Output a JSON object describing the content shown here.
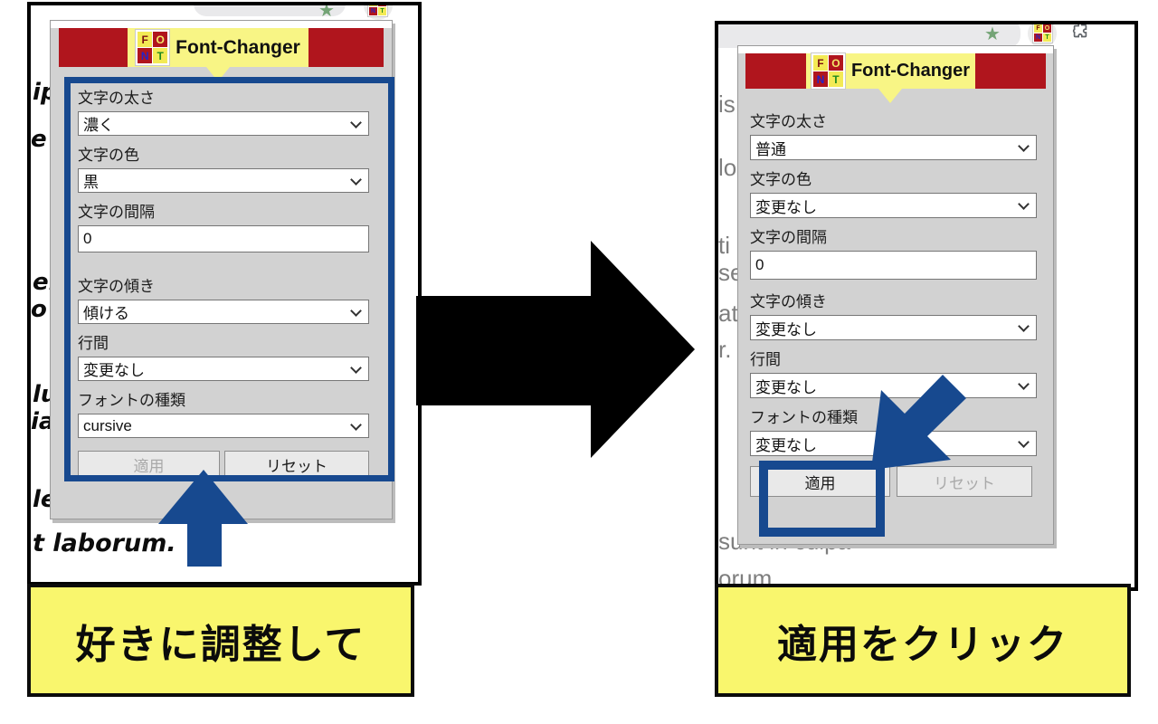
{
  "colors": {
    "header_red": "#b0151d",
    "header_yellow": "#f8f585",
    "banner_yellow": "#f9f66d",
    "annotation_blue": "#17498f",
    "popup_body_gray": "#d2d2d2",
    "page_text_gray": "#7e7e7e",
    "bookmark_star_green": "#74a476"
  },
  "left": {
    "caption": "好きに調整して",
    "page_text": [
      "ipi",
      "e e",
      "er",
      "o a",
      "lup",
      "iat",
      "ler",
      "t laborum."
    ],
    "popup": {
      "title": "Font-Changer",
      "logo": {
        "letters": [
          "F",
          "O",
          "N",
          "T"
        ]
      },
      "fields": [
        {
          "label": "文字の太さ",
          "value": "濃く",
          "control": "select"
        },
        {
          "label": "文字の色",
          "value": "黒",
          "control": "select"
        },
        {
          "label": "文字の間隔",
          "value": "0",
          "control": "input"
        },
        {
          "label": "文字の傾き",
          "value": "傾ける",
          "control": "select"
        },
        {
          "label": "行間",
          "value": "変更なし",
          "control": "select"
        },
        {
          "label": "フォントの種類",
          "value": "cursive",
          "control": "select"
        }
      ],
      "buttons": {
        "apply": "適用",
        "reset": "リセット",
        "apply_enabled": false,
        "reset_enabled": true
      }
    }
  },
  "right": {
    "caption": "適用をクリック",
    "page_text": [
      "is",
      "lo",
      "ti",
      "se",
      "at",
      "r.",
      "sunt in culpa",
      "orum"
    ],
    "popup": {
      "title": "Font-Changer",
      "logo": {
        "letters": [
          "F",
          "O",
          "N",
          "T"
        ]
      },
      "fields": [
        {
          "label": "文字の太さ",
          "value": "普通",
          "control": "select"
        },
        {
          "label": "文字の色",
          "value": "変更なし",
          "control": "select"
        },
        {
          "label": "文字の間隔",
          "value": "0",
          "control": "input"
        },
        {
          "label": "文字の傾き",
          "value": "変更なし",
          "control": "select"
        },
        {
          "label": "行間",
          "value": "変更なし",
          "control": "select"
        },
        {
          "label": "フォントの種類",
          "value": "変更なし",
          "control": "select"
        }
      ],
      "buttons": {
        "apply": "適用",
        "reset": "リセット",
        "apply_enabled": true,
        "reset_enabled": false
      }
    }
  }
}
